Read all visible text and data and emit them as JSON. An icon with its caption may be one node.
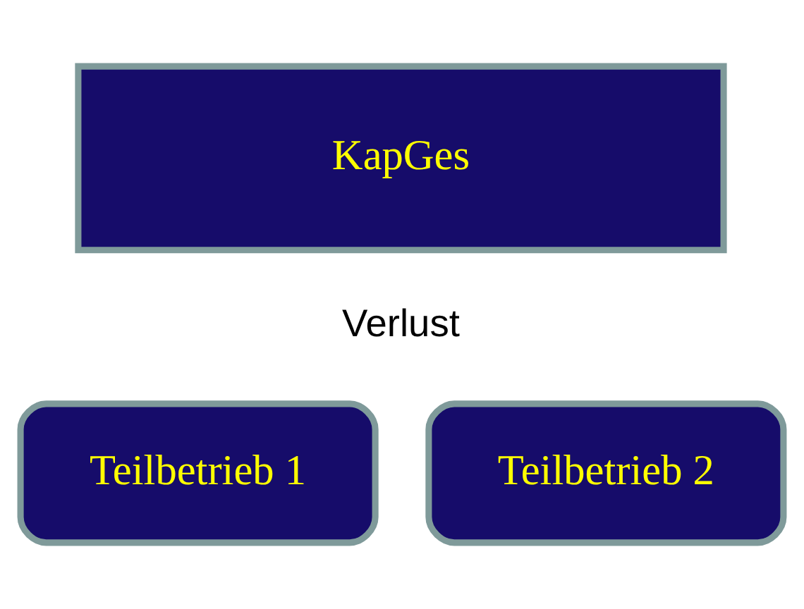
{
  "diagram": {
    "nodes": [
      {
        "text": [
          "KapGes"
        ]
      },
      {
        "text": [
          "Teilbetrieb 1"
        ]
      },
      {
        "text": [
          "Teilbetrieb 2"
        ]
      }
    ],
    "labels": [
      "Verlust"
    ]
  }
}
